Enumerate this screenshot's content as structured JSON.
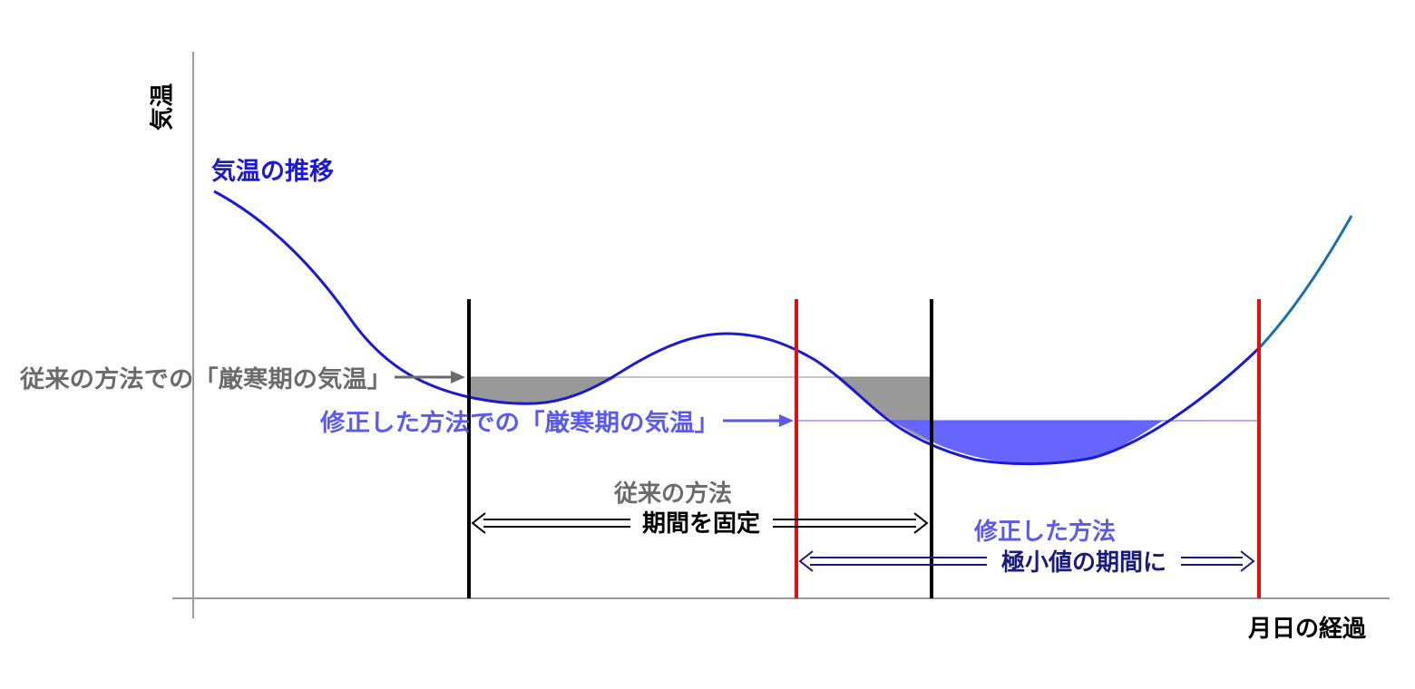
{
  "axes": {
    "y_label": "気温",
    "x_label": "月日の経過"
  },
  "curve_label": "気温の推移",
  "conventional": {
    "temp_label": "従来の方法での「厳寒期の気温」",
    "method_label": "従来の方法",
    "period_label": "期間を固定"
  },
  "revised": {
    "temp_label": "修正した方法での「厳寒期の気温」",
    "method_label": "修正した方法",
    "period_label": "極小値の期間に"
  },
  "colors": {
    "curve": "#1a1ad6",
    "curve_end": "#1a6fb0",
    "axis": "#9a9a9a",
    "conventional": "#6b6b6b",
    "conventional_fill": "#999999",
    "revised": "#5a5af0",
    "revised_fill": "#6666ff",
    "conventional_boundary": "#000000",
    "revised_boundary": "#e01010",
    "period_arrow_dark": "#000000",
    "period_arrow_blue": "#1a1a80"
  }
}
